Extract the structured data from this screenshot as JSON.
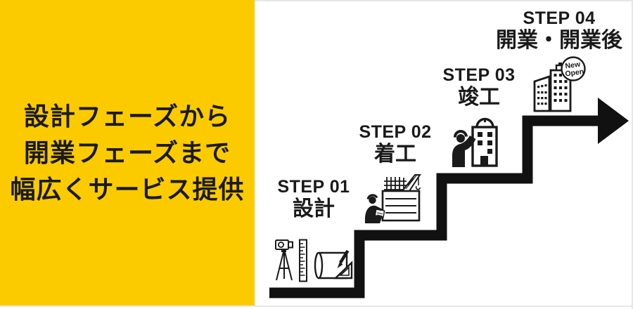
{
  "colors": {
    "accent_yellow": "#FBCB00",
    "ink": "#1A1A1A",
    "stair_black": "#111111",
    "border_gray": "#E7E7E7",
    "background": "#FFFFFF"
  },
  "headline": {
    "lines": [
      "設計フェーズから",
      "開業フェーズまで",
      "幅広くサービス提供"
    ]
  },
  "steps": [
    {
      "label": "STEP 01",
      "name": "設計",
      "icons": [
        "theodolite-icon",
        "ruler-icon",
        "blueprint-icon"
      ]
    },
    {
      "label": "STEP 02",
      "name": "着工",
      "icons": [
        "construction-site-icon"
      ]
    },
    {
      "label": "STEP 03",
      "name": "竣工",
      "icons": [
        "worker-building-icon"
      ]
    },
    {
      "label": "STEP 04",
      "name": "開業・開業後",
      "icons": [
        "new-open-building-icon"
      ],
      "bubble": {
        "line1": "New",
        "line2": "Open"
      }
    }
  ]
}
